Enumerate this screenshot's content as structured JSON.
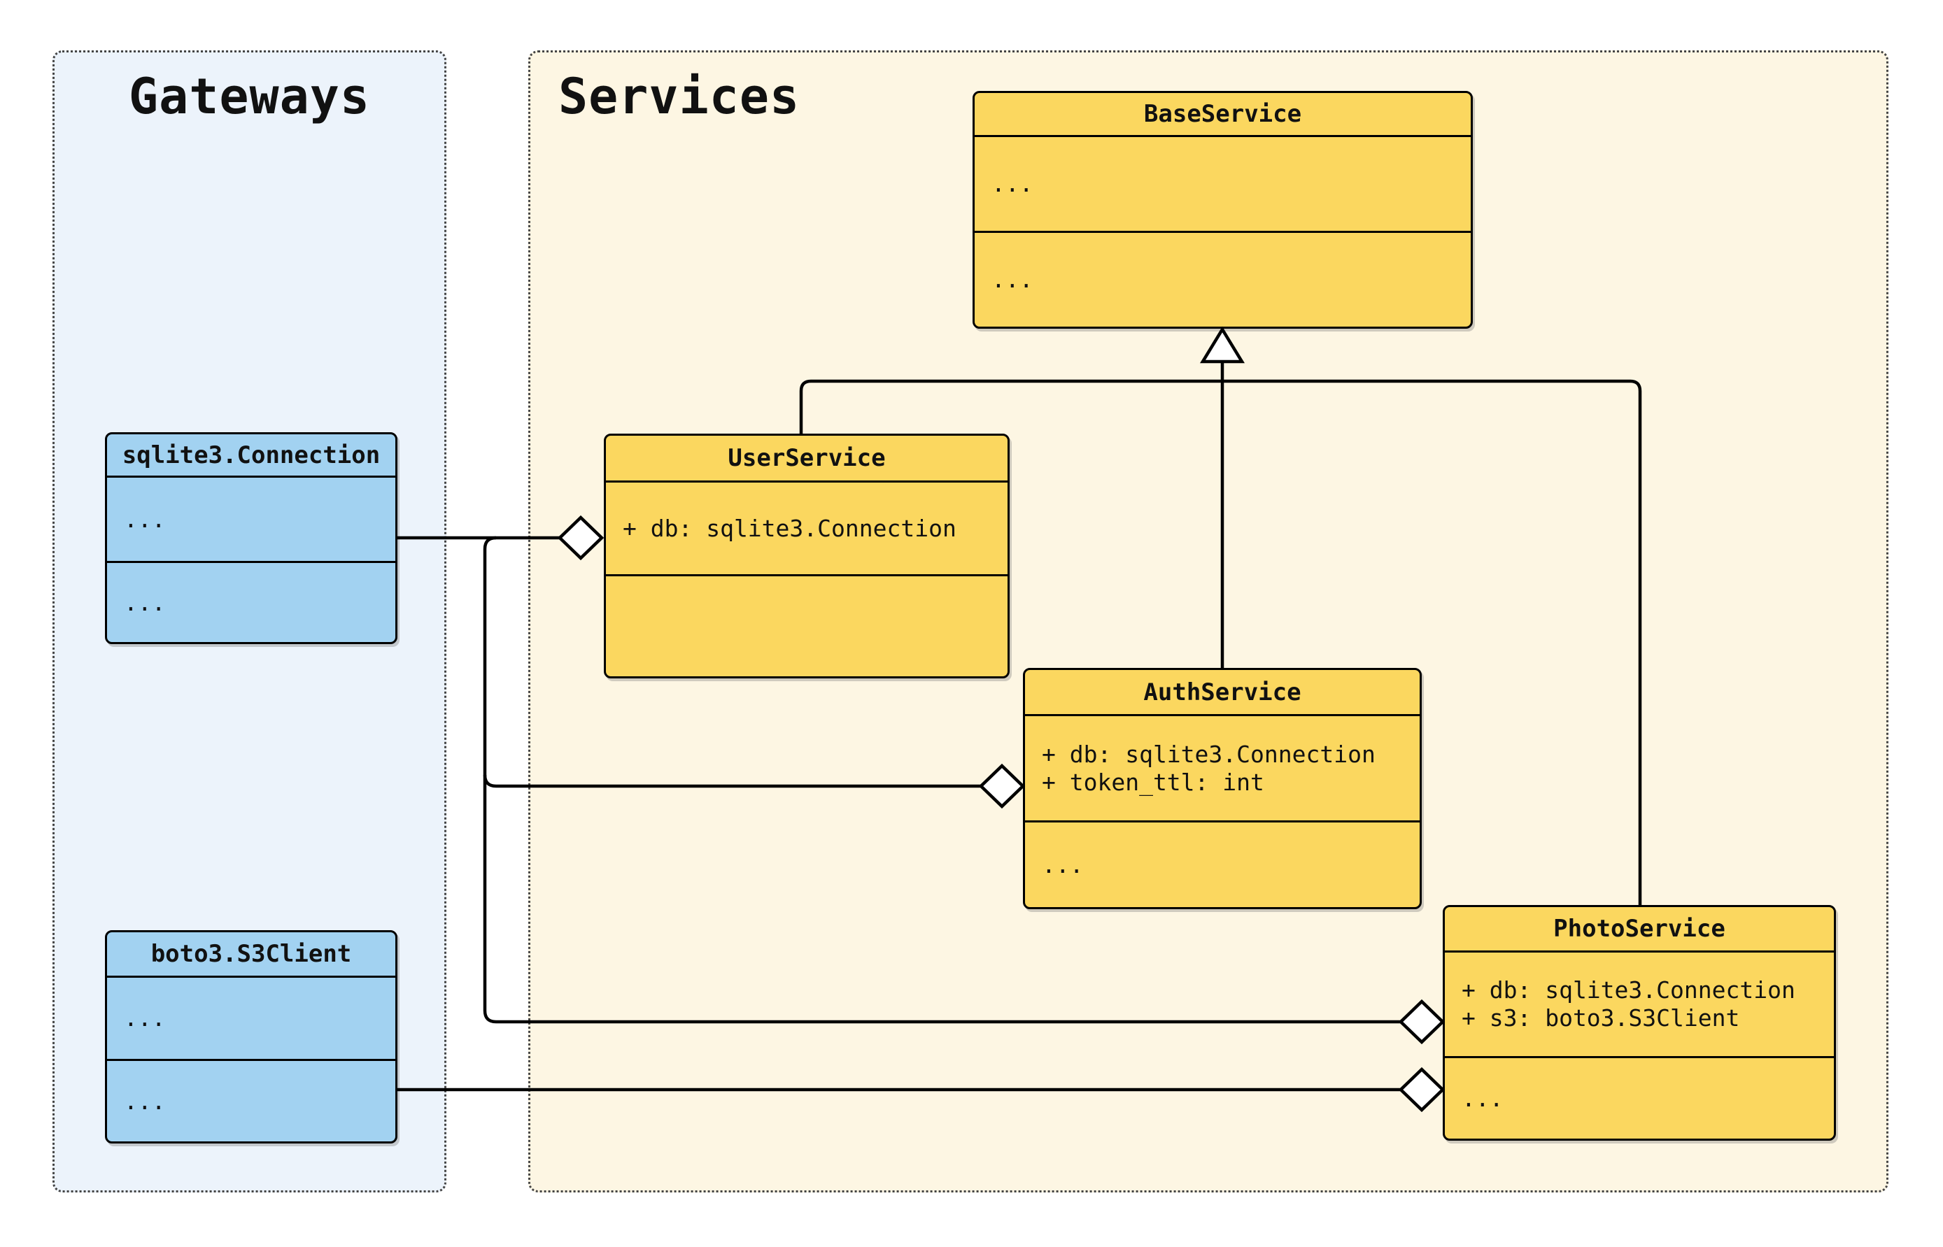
{
  "diagram_type": "uml-class-diagram",
  "colors": {
    "service_class_fill": "#FBD75F",
    "gateway_class_fill": "#A2D2F1",
    "services_panel_bg": "#FDF6E3",
    "gateways_panel_bg": "#ECF3FB",
    "line_color": "#000000",
    "marker_fill": "#FFFFFF"
  },
  "panels": {
    "gateways": {
      "title": "Gateways"
    },
    "services": {
      "title": "Services"
    }
  },
  "classes": {
    "base_service": {
      "name": "BaseService",
      "attributes": [
        "..."
      ],
      "methods": [
        "..."
      ]
    },
    "user_service": {
      "name": "UserService",
      "attributes": [
        "+ db: sqlite3.Connection"
      ],
      "methods": []
    },
    "auth_service": {
      "name": "AuthService",
      "attributes": [
        "+ db: sqlite3.Connection",
        "+ token_ttl: int"
      ],
      "methods": [
        "..."
      ]
    },
    "photo_service": {
      "name": "PhotoService",
      "attributes": [
        "+ db: sqlite3.Connection",
        "+ s3: boto3.S3Client"
      ],
      "methods": [
        "..."
      ]
    },
    "sqlite_connection": {
      "name": "sqlite3.Connection",
      "attributes": [
        "..."
      ],
      "methods": [
        "..."
      ]
    },
    "boto_s3client": {
      "name": "boto3.S3Client",
      "attributes": [
        "..."
      ],
      "methods": [
        "..."
      ]
    }
  },
  "relationships": [
    {
      "type": "inheritance",
      "from": "UserService",
      "to": "BaseService"
    },
    {
      "type": "inheritance",
      "from": "AuthService",
      "to": "BaseService"
    },
    {
      "type": "inheritance",
      "from": "PhotoService",
      "to": "BaseService"
    },
    {
      "type": "aggregation",
      "from": "sqlite3.Connection",
      "to": "UserService"
    },
    {
      "type": "aggregation",
      "from": "sqlite3.Connection",
      "to": "AuthService"
    },
    {
      "type": "aggregation",
      "from": "sqlite3.Connection",
      "to": "PhotoService"
    },
    {
      "type": "aggregation",
      "from": "boto3.S3Client",
      "to": "PhotoService"
    }
  ]
}
